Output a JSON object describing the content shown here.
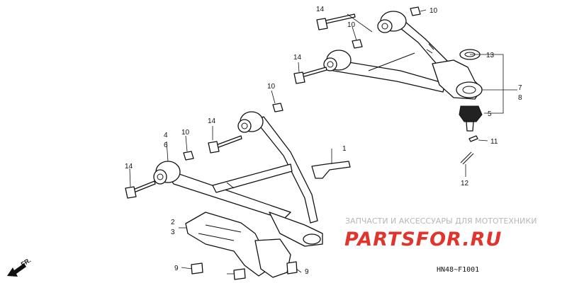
{
  "callouts": {
    "c1": "1",
    "c2": "2",
    "c3": "3",
    "c4": "4",
    "c5": "5",
    "c6": "6",
    "c7": "7",
    "c8": "8",
    "c9a": "9",
    "c9b": "9",
    "c10a": "10",
    "c10b": "10",
    "c10c": "10",
    "c10d": "10",
    "c11": "11",
    "c12": "12",
    "c13": "13",
    "c14a": "14",
    "c14b": "14",
    "c14c": "14",
    "c14d": "14"
  },
  "direction_label": "FR.",
  "diagram_code": "HN48~F1001",
  "watermark": {
    "subtitle": "ЗАПЧАСТИ И АКСЕССУАРЫ ДЛЯ МОТОТЕХНИКИ",
    "brand": "PARTSFOR.RU",
    "brand_color": "#e0342d"
  }
}
